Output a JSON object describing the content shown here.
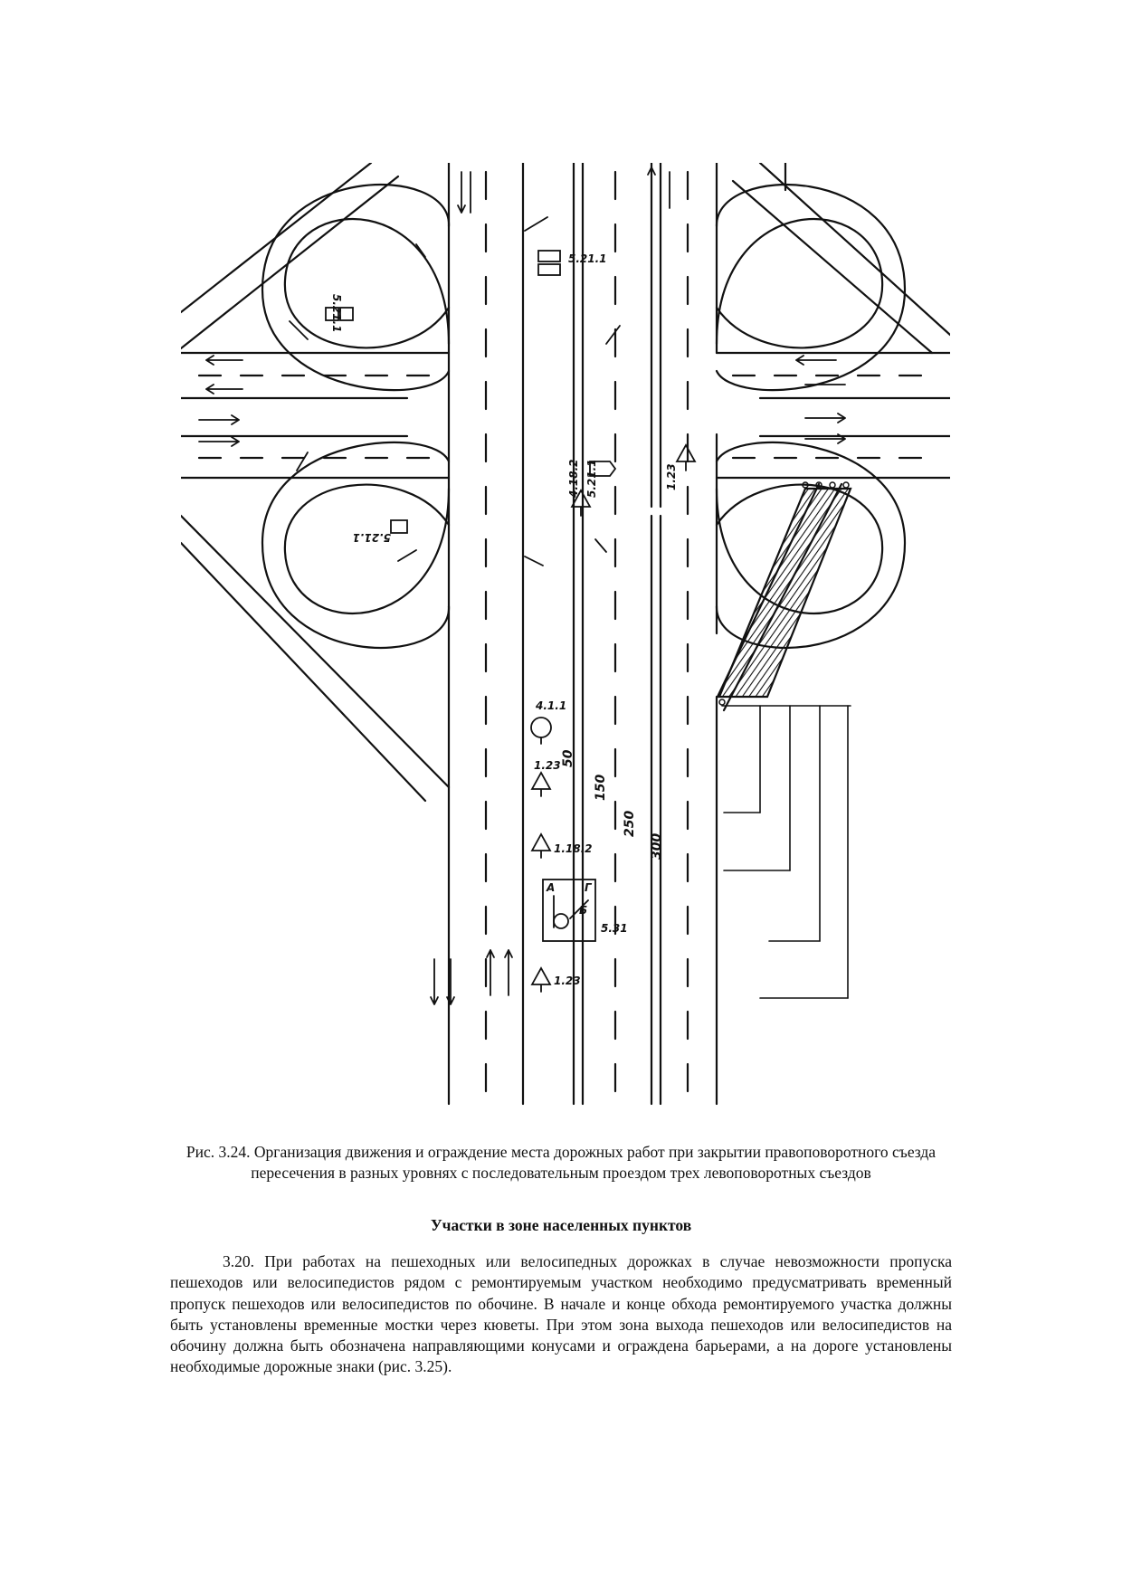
{
  "figure": {
    "sign_labels": {
      "nw_loop": "5.21.1",
      "ne_loop": "5.21.1",
      "sw_loop": "5.21.1",
      "se_loop_a": "5.21.1",
      "se_loop_b": "4.18.2",
      "ramp_sign": "1.23",
      "start_sign": "4.1.1",
      "warning_1": "1.23",
      "warning_2": "1.18.2",
      "scheme_sign": "5.31",
      "warning_3": "1.23",
      "scheme_a": "А",
      "scheme_b": "Б",
      "scheme_g": "Г"
    },
    "dimensions": {
      "d50": "50",
      "d150": "150",
      "d250": "250",
      "d300": "300"
    }
  },
  "caption": "Рис. 3.24. Организация движения и ограждение места дорожных работ при закрытии правоповоротного съезда пересечения в разных уровнях с последовательным проездом трех левоповоротных съездов",
  "section_heading": "Участки в зоне населенных пунктов",
  "paragraph": "3.20. При работах на пешеходных или велосипедных дорожках в случае невозможности пропуска пешеходов или велосипедистов рядом с ремонтируемым участком необходимо предусматривать временный пропуск пешеходов или велосипедистов по обочине. В начале и конце обхода ремонтируемого участка должны быть установлены временные мостки через кюветы. При этом зона выхода пешеходов или велосипедистов на обочину должна быть обозначена направляющими конусами и ограждена барьерами, а на дороге установлены необходимые дорожные знаки (рис. 3.25)."
}
